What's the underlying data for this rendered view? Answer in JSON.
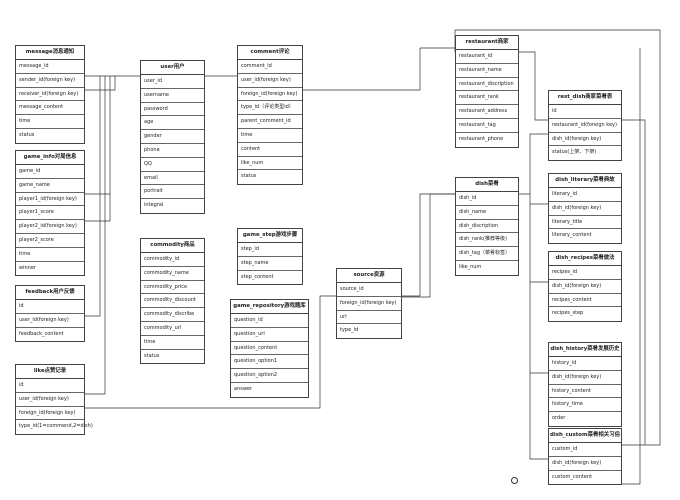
{
  "tables": {
    "message": {
      "title": "message消息通知",
      "fields": [
        "message_id",
        "sender_id(foreign key)",
        "receiver_id(foreign key)",
        "message_content",
        "time",
        "status"
      ]
    },
    "user": {
      "title": "user用户",
      "fields": [
        "user_id",
        "username",
        "password",
        "age",
        "gender",
        "phone",
        "QQ",
        "email",
        "portrait",
        "integral"
      ]
    },
    "comment": {
      "title": "comment评论",
      "fields": [
        "comment_id",
        "user_id(foreign key)",
        "foreign_id(foreign key)",
        "type_id（评论类型id）",
        "parent_comment_id",
        "time",
        "content",
        "like_num",
        "status"
      ]
    },
    "restaurant": {
      "title": "restaurant商家",
      "fields": [
        "restaurant_id",
        "restaurant_name",
        "restaurant_discription",
        "restaurant_rank",
        "restaurant_address",
        "restaurant_tag",
        "restaurant_phone"
      ]
    },
    "rest_dish": {
      "title": "rest_dish商家菜肴表",
      "fields": [
        "id",
        "restaurant_id(foreign key)",
        "dish_id(foreign key)",
        "status(上架、下架)"
      ]
    },
    "game_info": {
      "title": "game_info对局信息",
      "fields": [
        "game_id",
        "game_name",
        "player1_id(foreign key)",
        "player1_score",
        "player2_id(foreign key)",
        "player2_score",
        "time",
        "winner"
      ]
    },
    "dish": {
      "title": "dish菜肴",
      "fields": [
        "dish_id",
        "dish_name",
        "dish_discription",
        "dish_rank(推荐等级)",
        "dish_tag（菜肴标签）",
        "like_num"
      ]
    },
    "dish_literary": {
      "title": "dish_literary菜肴典故",
      "fields": [
        "literary_id",
        "dish_id(foreign key)",
        "literary_title",
        "literary_content"
      ]
    },
    "game_step": {
      "title": "game_step游戏步骤",
      "fields": [
        "step_id",
        "step_name",
        "step_content"
      ]
    },
    "commodity": {
      "title": "commodity商品",
      "fields": [
        "commodity_id",
        "commodity_name",
        "commodity_price",
        "commodity_discount",
        "commodity_discribe",
        "commodity_url",
        "time",
        "status"
      ]
    },
    "feedback": {
      "title": "feedback用户反馈",
      "fields": [
        "id",
        "user_id(foreign key)",
        "feedback_content"
      ]
    },
    "source": {
      "title": "source资源",
      "fields": [
        "source_id",
        "foreign_id(foreign key)",
        "url",
        "type_id"
      ]
    },
    "dish_recipes": {
      "title": "dish_recipes菜肴做法",
      "fields": [
        "recipes_id",
        "dish_id(foreign key)",
        "recipes_content",
        "recipes_step"
      ]
    },
    "game_repository": {
      "title": "game_repository游戏题库",
      "fields": [
        "question_id",
        "question_url",
        "question_content",
        "question_option1",
        "question_option2",
        "answer"
      ]
    },
    "like": {
      "title": "like点赞记录",
      "fields": [
        "id",
        "user_id(foreign key)",
        "foreign_id(foreign key)",
        "type_id(1=commend,2=dish)"
      ]
    },
    "dish_history": {
      "title": "dish_history菜肴发展历史",
      "fields": [
        "history_id",
        "dish_id(foreign key)",
        "history_content",
        "history_time",
        "order"
      ]
    },
    "dish_custom": {
      "title": "dish_custom菜肴相关习俗",
      "fields": [
        "custom_id",
        "dish_id(foreign key)",
        "custom_content"
      ]
    }
  }
}
